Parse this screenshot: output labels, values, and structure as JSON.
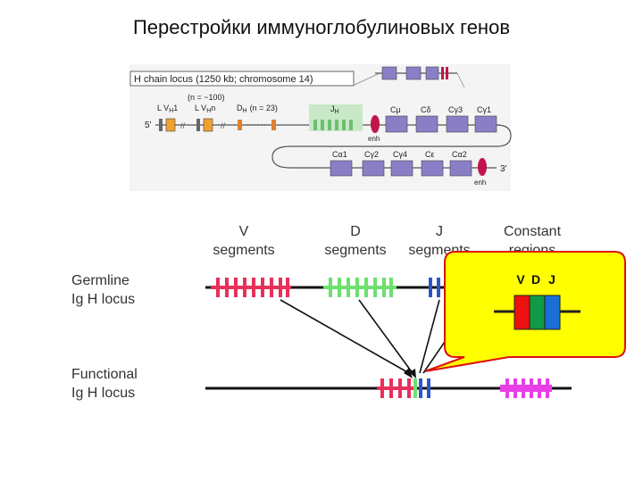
{
  "title": "Перестройки иммуноглобулиновых генов",
  "top_diagram": {
    "locus_label": "H chain locus (1250 kb; chromosome 14)",
    "five_prime": "5'",
    "three_prime": "3'",
    "n_approx": "(n = ~100)",
    "l_vh1": "L  V",
    "vh1_sub": "H",
    "vh1_num": "1",
    "l_vhn": "L  V",
    "vhn_sub": "H",
    "vhn_num": "n",
    "dh": "D",
    "dh_sub": "H",
    "dh_n": "(n = 23)",
    "jh": "J",
    "jh_sub": "H",
    "enh1": "enh",
    "enh2": "enh",
    "c_mu": "Cμ",
    "c_delta": "Cδ",
    "c_g3": "Cγ3",
    "c_g1": "Cγ1",
    "c_a1": "Cα1",
    "c_g2": "Cγ2",
    "c_g4": "Cγ4",
    "c_e": "Cε",
    "c_a2": "Cα2"
  },
  "bottom_diagram": {
    "v_header_1": "V",
    "v_header_2": "segments",
    "d_header_1": "D",
    "d_header_2": "segments",
    "j_header_1": "J",
    "j_header_2": "segments",
    "c_header_1": "Constant",
    "c_header_2": "regions",
    "germline_1": "Germline",
    "germline_2": "Ig H locus",
    "functional_1": "Functional",
    "functional_2": "Ig H locus",
    "callout_v": "V",
    "callout_d": "D",
    "callout_j": "J"
  },
  "colors": {
    "v_segment": "#e8305a",
    "d_segment": "#6ee06e",
    "j_segment": "#2a55cc",
    "constant": "#e83ee8",
    "c_gene_box": "#8a7fc7",
    "enh": "#c0154a",
    "callout_fill": "#ffff00",
    "callout_border": "#d11"
  }
}
